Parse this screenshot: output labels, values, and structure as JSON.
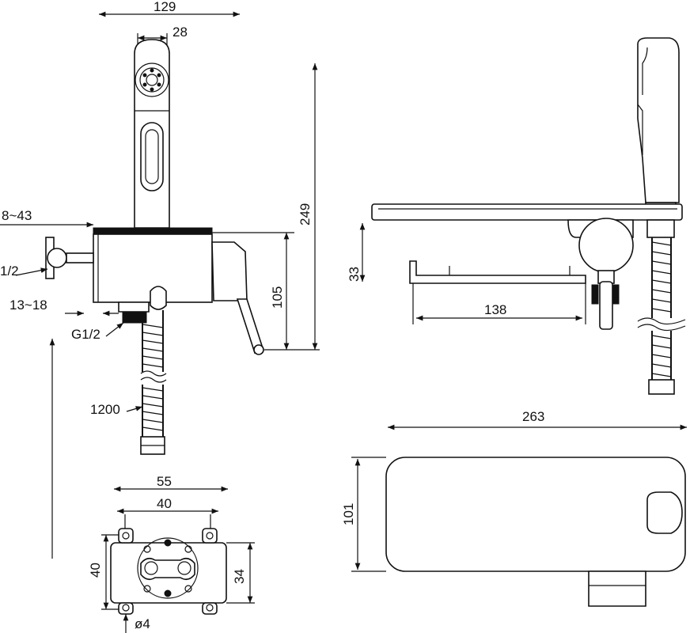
{
  "dimensions": {
    "d129": "129",
    "d28": "28",
    "d249": "249",
    "d8_43": "8~43",
    "d1_2": "1/2",
    "d105": "105",
    "d13_18": "13~18",
    "g1_2": "G1/2",
    "d1200": "1200",
    "d33": "33",
    "d138": "138",
    "d263": "263",
    "d101": "101",
    "d55": "55",
    "d40_top": "40",
    "d40_side": "40",
    "d34": "34",
    "phi4": "ø4"
  }
}
